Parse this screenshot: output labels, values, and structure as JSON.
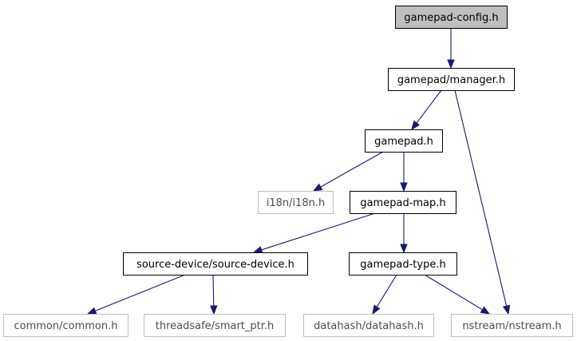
{
  "colors": {
    "edge": "#191970",
    "root_fill": "#bfbfbf",
    "node_fill": "#ffffff",
    "node_stroke": "#000000",
    "external_stroke": "#bfbfbf",
    "text": "#000000",
    "external_text": "#4d4d4d"
  },
  "nodes": [
    {
      "id": "gamepad-config",
      "label": "gamepad-config.h",
      "kind": "root"
    },
    {
      "id": "gamepad-manager",
      "label": "gamepad/manager.h",
      "kind": "normal"
    },
    {
      "id": "gamepad",
      "label": "gamepad.h",
      "kind": "normal"
    },
    {
      "id": "i18n",
      "label": "i18n/i18n.h",
      "kind": "external"
    },
    {
      "id": "gamepad-map",
      "label": "gamepad-map.h",
      "kind": "normal"
    },
    {
      "id": "source-device",
      "label": "source-device/source-device.h",
      "kind": "normal"
    },
    {
      "id": "gamepad-type",
      "label": "gamepad-type.h",
      "kind": "normal"
    },
    {
      "id": "common",
      "label": "common/common.h",
      "kind": "external"
    },
    {
      "id": "smart-ptr",
      "label": "threadsafe/smart_ptr.h",
      "kind": "external"
    },
    {
      "id": "datahash",
      "label": "datahash/datahash.h",
      "kind": "external"
    },
    {
      "id": "nstream",
      "label": "nstream/nstream.h",
      "kind": "external"
    }
  ],
  "edges": [
    {
      "from": "gamepad-config",
      "to": "gamepad-manager"
    },
    {
      "from": "gamepad-manager",
      "to": "gamepad"
    },
    {
      "from": "gamepad-manager",
      "to": "nstream"
    },
    {
      "from": "gamepad",
      "to": "i18n"
    },
    {
      "from": "gamepad",
      "to": "gamepad-map"
    },
    {
      "from": "gamepad-map",
      "to": "source-device"
    },
    {
      "from": "gamepad-map",
      "to": "gamepad-type"
    },
    {
      "from": "source-device",
      "to": "common"
    },
    {
      "from": "source-device",
      "to": "smart-ptr"
    },
    {
      "from": "gamepad-type",
      "to": "datahash"
    },
    {
      "from": "gamepad-type",
      "to": "nstream"
    }
  ]
}
